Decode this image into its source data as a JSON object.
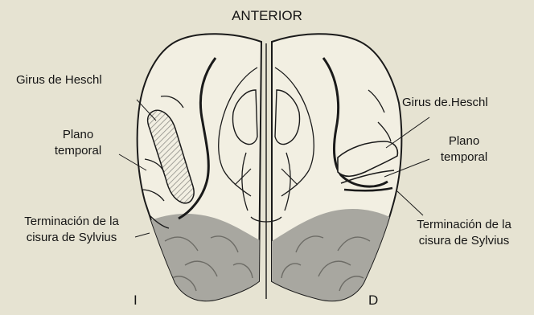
{
  "figure": {
    "title": "ANTERIOR",
    "left_side": "I",
    "right_side": "D",
    "labels": {
      "left_heschl": "Girus de Heschl",
      "left_plano_line1": "Plano",
      "left_plano_line2": "temporal",
      "left_sylvius_line1": "Terminación de la",
      "left_sylvius_line2": "cisura de Sylvius",
      "right_heschl": "Girus de.Heschl",
      "right_plano_line1": "Plano",
      "right_plano_line2": "temporal",
      "right_sylvius_line1": "Terminación de la",
      "right_sylvius_line2": "cisura de Sylvius"
    }
  },
  "colors": {
    "paper": "#e6e3d2",
    "outline": "#1a1a1a",
    "hemisphere_fill": "#f2efe2",
    "shading": "#a8a7a0",
    "hatching": "#8f8e88"
  }
}
